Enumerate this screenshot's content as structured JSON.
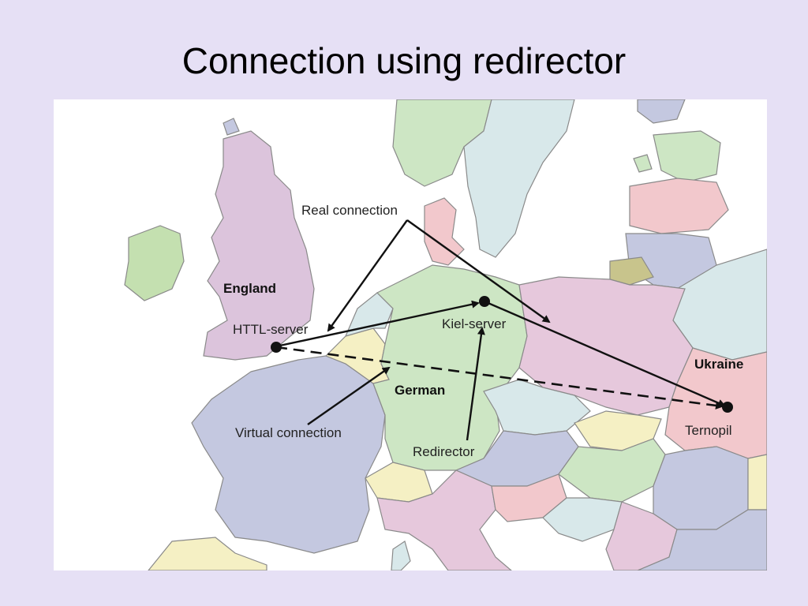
{
  "slide": {
    "title": "Connection using redirector"
  },
  "map": {
    "labels": {
      "real_connection": "Real connection",
      "england": "England",
      "httl_server": "HTTL-server",
      "kiel_server": "Kiel-server",
      "german": "German",
      "virtual_connection": "Virtual connection",
      "redirector": "Redirector",
      "ukraine": "Ukraine",
      "ternopil": "Ternopil"
    },
    "colors": {
      "background": "#e6e0f5",
      "sea": "#ffffff",
      "uk": "#dcc4dc",
      "ireland": "#c4e0b0",
      "france": "#c4c8e0",
      "germany": "#cde6c4",
      "poland": "#e6c8dc",
      "ukraine_country": "#f2c8cc",
      "benelux": "#f5f0c4",
      "scandinavia": "#cde6c4",
      "sweden": "#d8e8ea",
      "baltic_light": "#d8e8ea",
      "red_country": "#f2c8cc",
      "yellow_country": "#f5f0c4",
      "blue_country": "#c4c8e0",
      "olive_country": "#c8c48c",
      "arrows": "#111111"
    }
  }
}
